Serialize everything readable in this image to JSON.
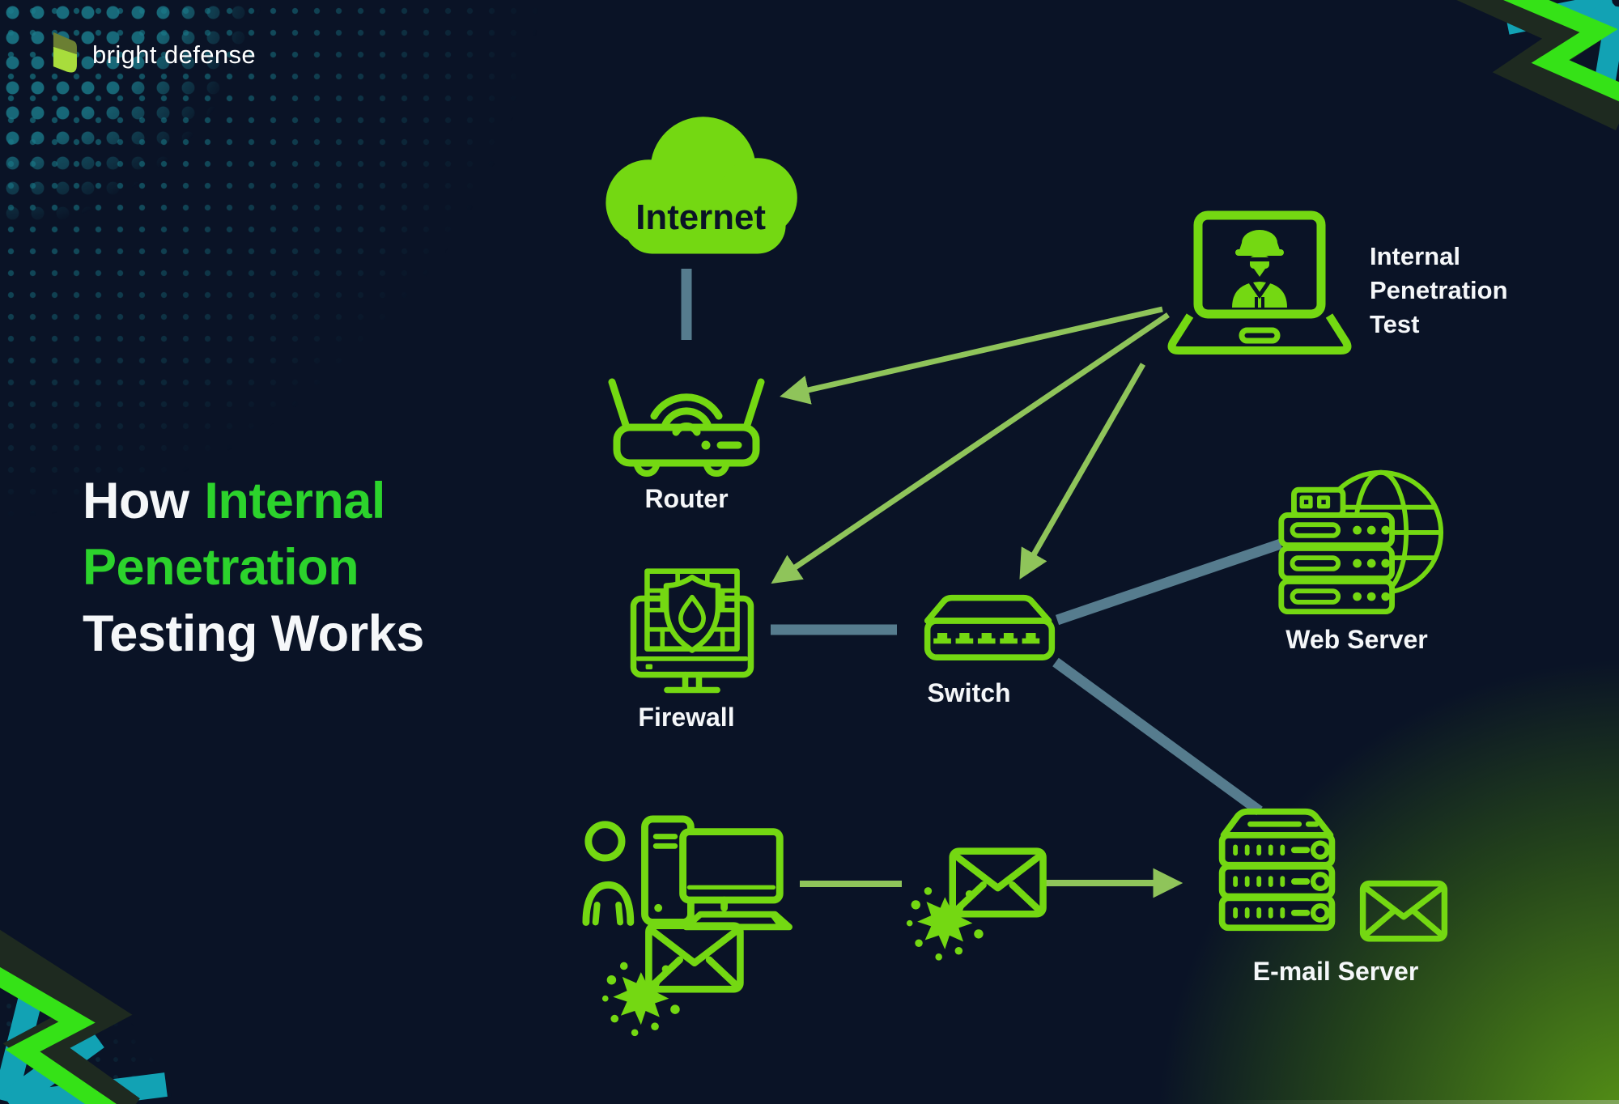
{
  "brand": {
    "name": "bright defense"
  },
  "title": {
    "line1_white": "How",
    "line1_green": "Internal",
    "line2_green": "Penetration",
    "line3_white": "Testing Works"
  },
  "nodes": {
    "internet": {
      "label": "Internet",
      "icon": "cloud-icon"
    },
    "router": {
      "label": "Router",
      "icon": "wifi-router-icon"
    },
    "pentest": {
      "label": [
        "Internal",
        "Penetration",
        "Test"
      ],
      "icon": "hacker-laptop-icon"
    },
    "firewall": {
      "label": "Firewall",
      "icon": "firewall-monitor-icon"
    },
    "switch": {
      "label": "Switch",
      "icon": "network-switch-icon"
    },
    "web_server": {
      "label": "Web Server",
      "icon": "globe-server-icon"
    },
    "email_server": {
      "label": "E-mail Server",
      "icon": "server-rack-icon + envelope-icon"
    },
    "workstation": {
      "label": "",
      "icon": "user-workstation-icon"
    },
    "malware_email_outbound": {
      "label": "",
      "icon": "malware-envelope-icon"
    },
    "malware_email_transit": {
      "label": "",
      "icon": "malware-envelope-icon"
    }
  },
  "connections": [
    {
      "from": "internet",
      "to": "router",
      "style": "slate-line"
    },
    {
      "from": "firewall",
      "to": "switch",
      "style": "slate-line"
    },
    {
      "from": "switch",
      "to": "web_server",
      "style": "slate-line"
    },
    {
      "from": "switch",
      "to": "email_server",
      "style": "slate-line"
    },
    {
      "from": "pentest",
      "to": "router",
      "style": "olive-arrow"
    },
    {
      "from": "pentest",
      "to": "firewall",
      "style": "olive-arrow"
    },
    {
      "from": "pentest",
      "to": "switch",
      "style": "olive-arrow"
    },
    {
      "from": "workstation",
      "to": "malware_email_transit",
      "style": "green-flow-line"
    },
    {
      "from": "malware_email_transit",
      "to": "email_server",
      "style": "green-flow-arrow"
    }
  ],
  "colors": {
    "background": "#0a1326",
    "icon_green": "#74d812",
    "title_green": "#2cd32c",
    "zigzag_green": "#35e217",
    "teal_ray": "#12a2b4",
    "dot_teal": "#17717f",
    "slate_line": "#567c8e",
    "arrow_olive": "#8fc45a",
    "text_white": "#f5f7f9",
    "corner_glow_green": "#5ea014"
  }
}
